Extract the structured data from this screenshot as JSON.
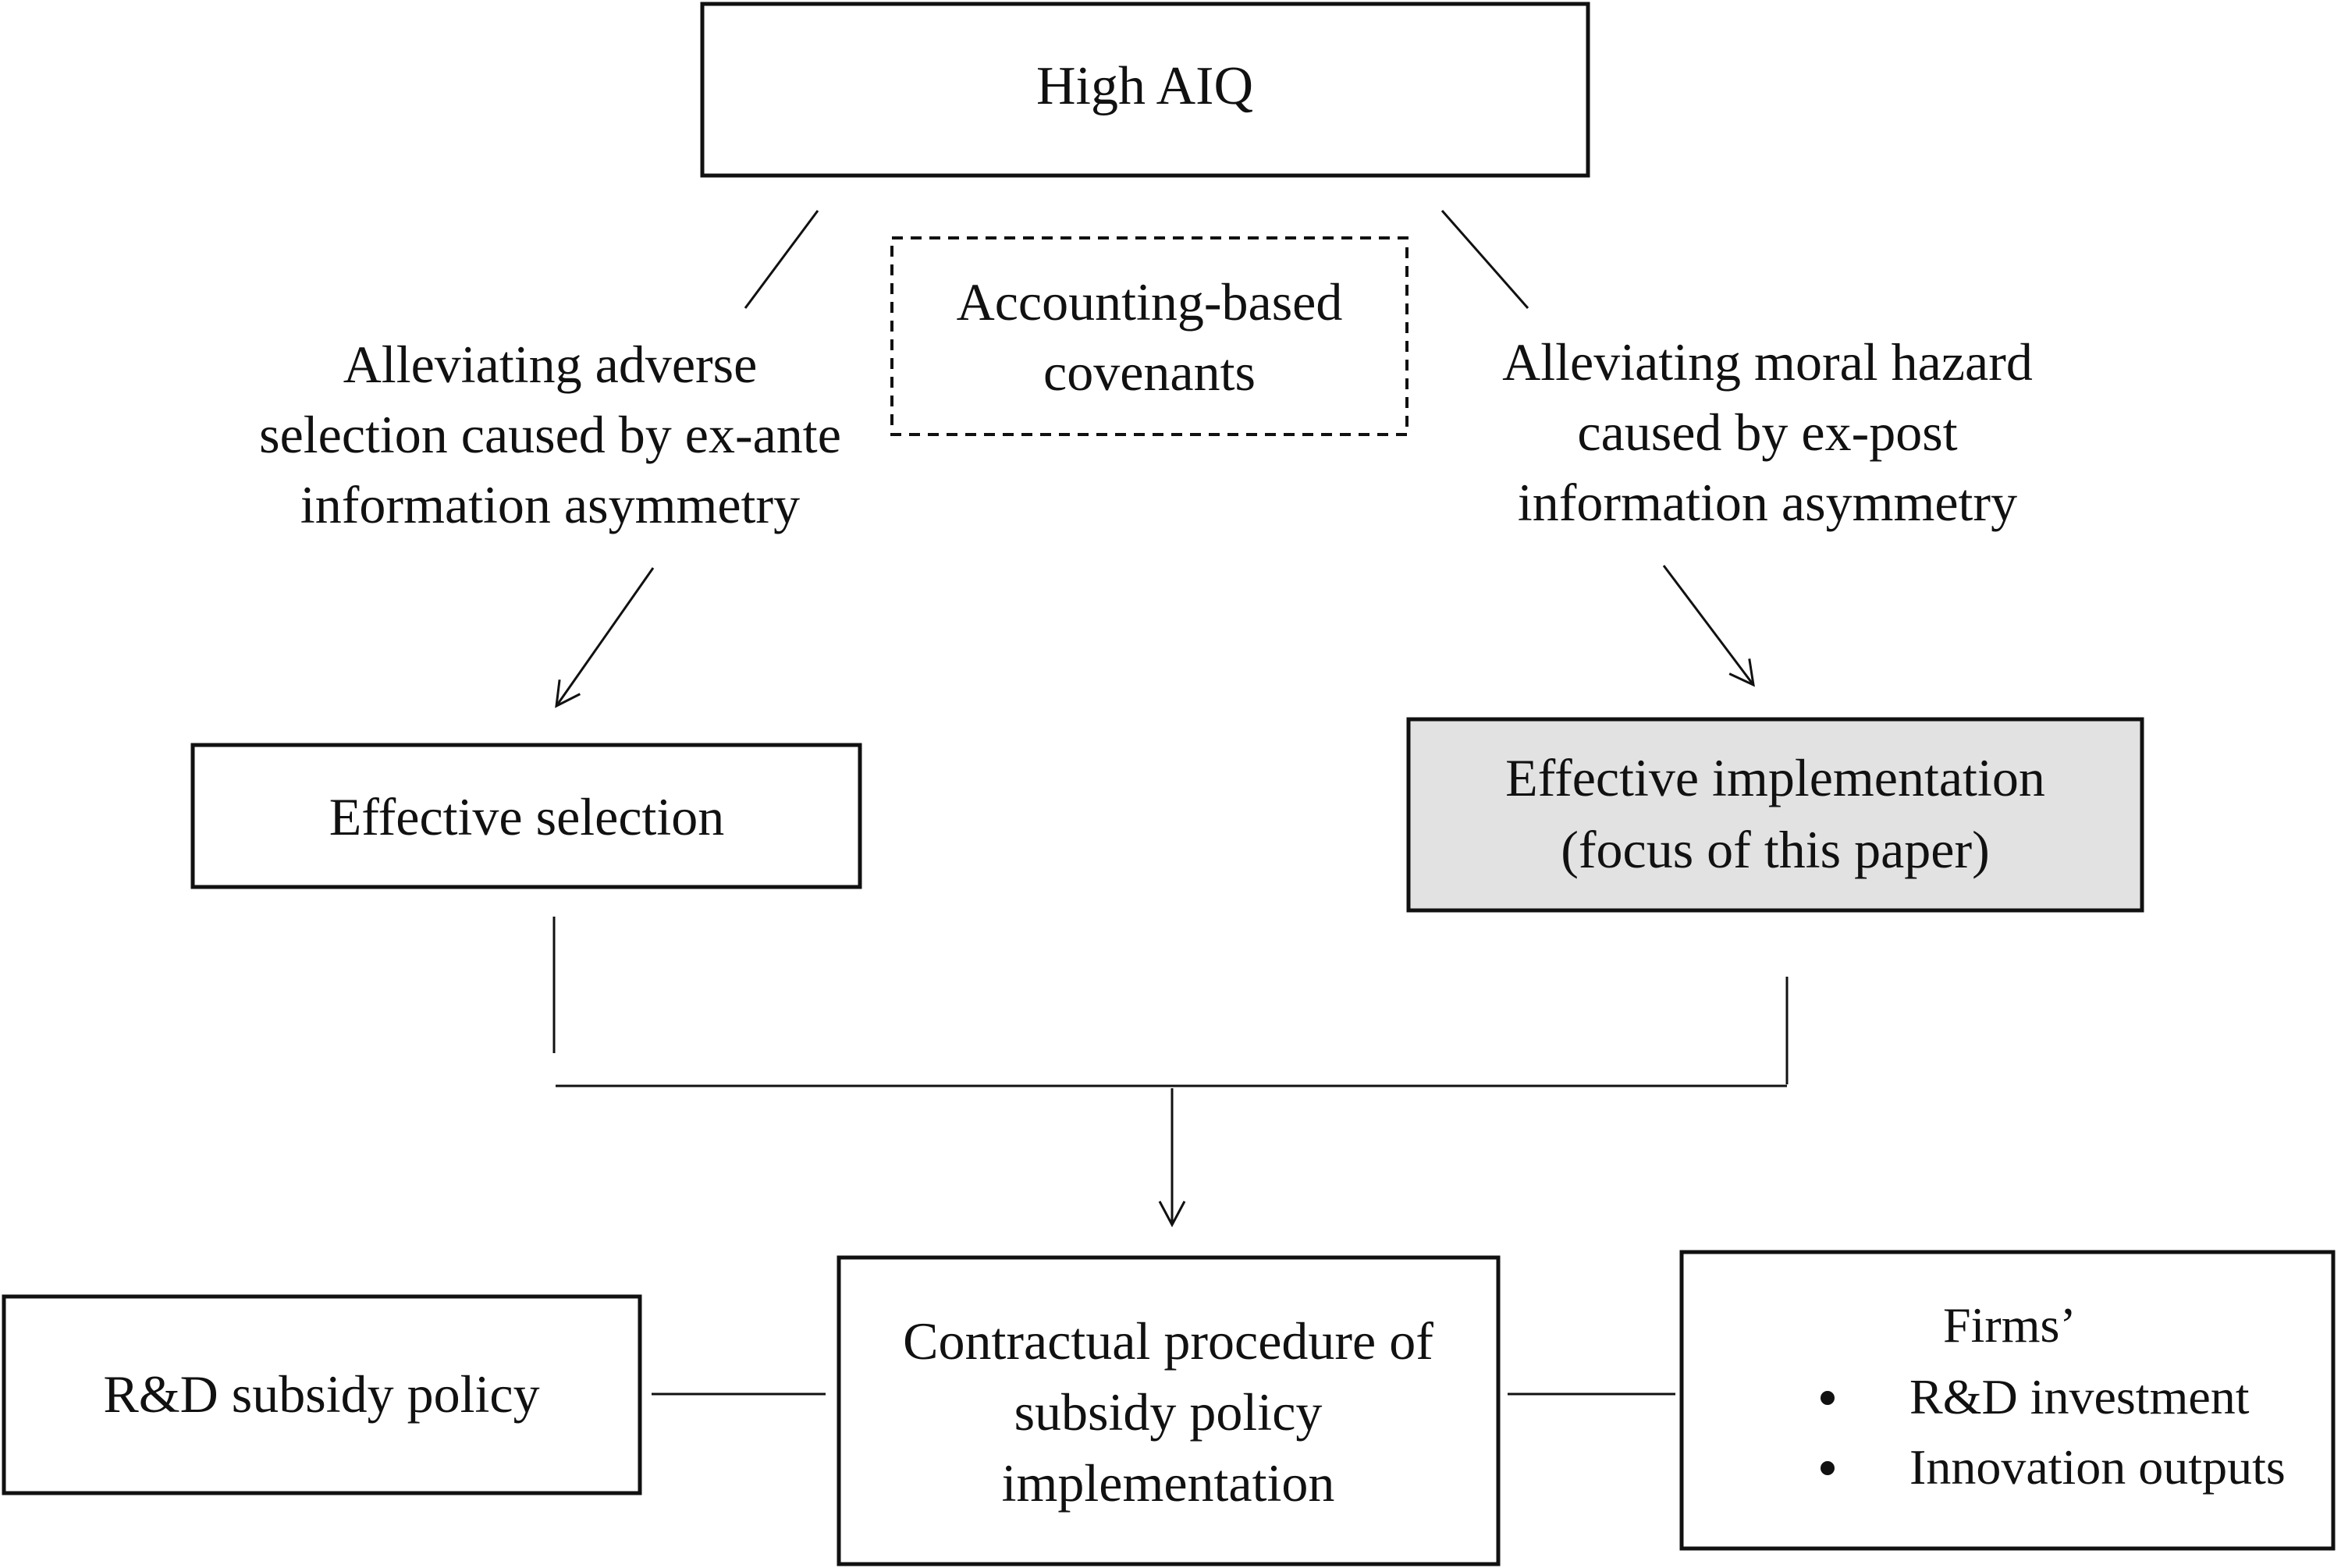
{
  "diagram": {
    "nodes": {
      "high_aiq": {
        "label": "High AIQ"
      },
      "covenants": {
        "lines": [
          "Accounting-based",
          "covenants"
        ]
      },
      "adverse": {
        "lines": [
          "Alleviating adverse",
          "selection caused by ex-ante",
          "information asymmetry"
        ]
      },
      "moral": {
        "lines": [
          "Alleviating moral hazard",
          "caused by ex-post",
          "information asymmetry"
        ]
      },
      "selection": {
        "label": "Effective selection"
      },
      "implementation": {
        "lines": [
          "Effective implementation",
          "(focus of this paper)"
        ]
      },
      "rd_policy": {
        "label": "R&D subsidy policy"
      },
      "procedure": {
        "lines": [
          "Contractual procedure of",
          "subsidy policy",
          "implementation"
        ]
      },
      "firms": {
        "heading": "Firms’",
        "bullets": [
          "R&D investment",
          "Innovation outputs"
        ]
      }
    },
    "colors": {
      "stroke": "#111111",
      "highlight_fill": "#e2e2e2"
    }
  }
}
